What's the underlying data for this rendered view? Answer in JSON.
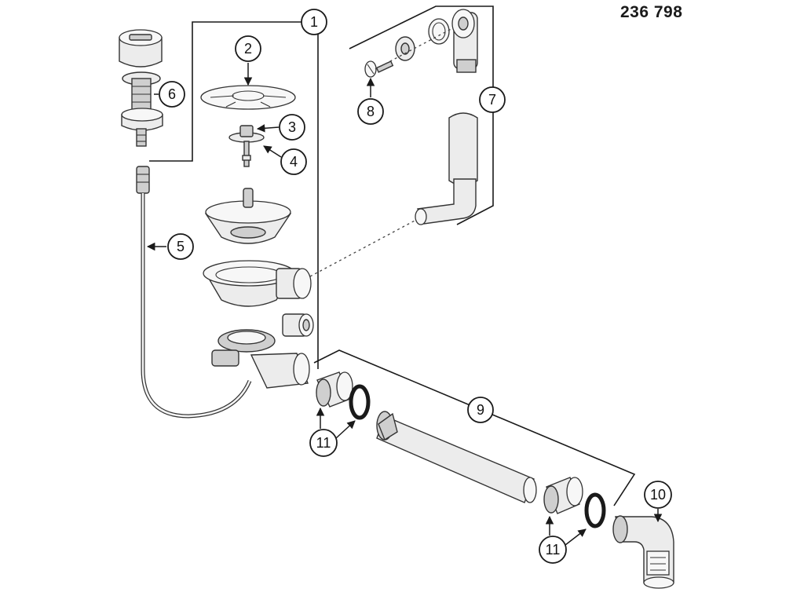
{
  "catalog_number": "236 798",
  "callouts": [
    {
      "id": "1",
      "label": "1"
    },
    {
      "id": "2",
      "label": "2"
    },
    {
      "id": "3",
      "label": "3"
    },
    {
      "id": "4",
      "label": "4"
    },
    {
      "id": "5",
      "label": "5"
    },
    {
      "id": "6",
      "label": "6"
    },
    {
      "id": "7",
      "label": "7"
    },
    {
      "id": "8",
      "label": "8"
    },
    {
      "id": "9",
      "label": "9"
    },
    {
      "id": "10",
      "label": "10"
    },
    {
      "id": "11a",
      "label": "11"
    },
    {
      "id": "11b",
      "label": "11"
    }
  ],
  "colors": {
    "line": "#1a1a1a",
    "part_fill": "#ececec",
    "part_shade": "#cfcfcf",
    "background": "#ffffff"
  }
}
